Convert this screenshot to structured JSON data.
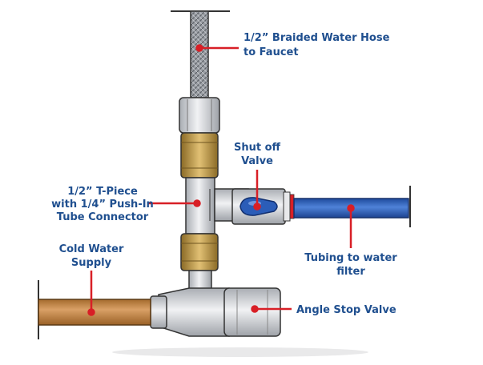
{
  "labels": {
    "hose_line1": "1/2” Braided Water Hose",
    "hose_line2": "to Faucet",
    "shutoff_line1": "Shut off",
    "shutoff_line2": "Valve",
    "tpiece_line1": "1/2” T-Piece",
    "tpiece_line2": "with 1/4” Push-In",
    "tpiece_line3": "Tube Connector",
    "cold_line1": "Cold Water",
    "cold_line2": "Supply",
    "tubing_line1": "Tubing to water",
    "tubing_line2": "filter",
    "angle_stop": "Angle Stop Valve"
  },
  "colors": {
    "label_text": "#1f4f8f",
    "callout": "#d81f26",
    "brass": "#c9a24a",
    "copper": "#c58845",
    "blue_tube": "#2b5db8",
    "chrome": "#d4d6da"
  }
}
